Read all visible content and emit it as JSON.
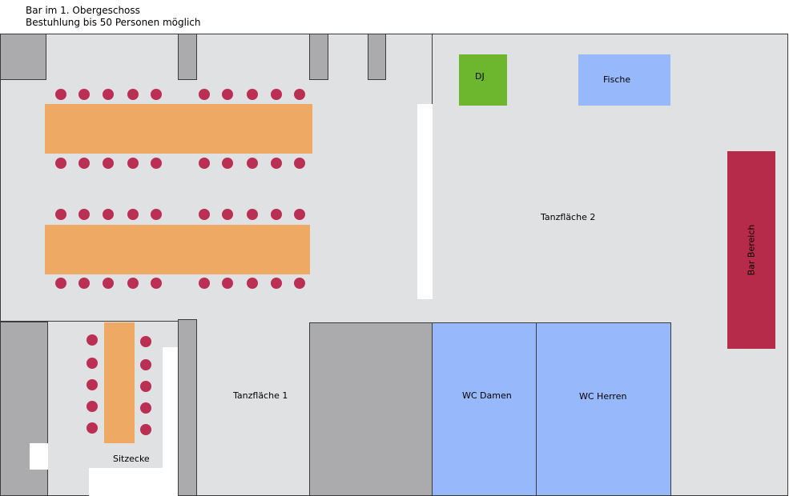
{
  "header": {
    "line1": "Bar im 1. Obergeschoss",
    "line2": "Bestuhlung bis 50 Personen möglich"
  },
  "labels": {
    "dj": "DJ",
    "fische": "Fische",
    "tanzflaeche2": "Tanzfläche 2",
    "bar": "Bar Bereich",
    "tanzflaeche1": "Tanzfläche 1",
    "sitzecke": "Sitzecke",
    "wc_damen": "WC Damen",
    "wc_herren": "WC Herren"
  },
  "colors": {
    "floor": "#e0e1e3",
    "wall": "#ababad",
    "table": "#eea964",
    "chair": "#bc2f54",
    "dj": "#6db72e",
    "fische": "#98b8fc",
    "bar": "#b72b4a"
  }
}
